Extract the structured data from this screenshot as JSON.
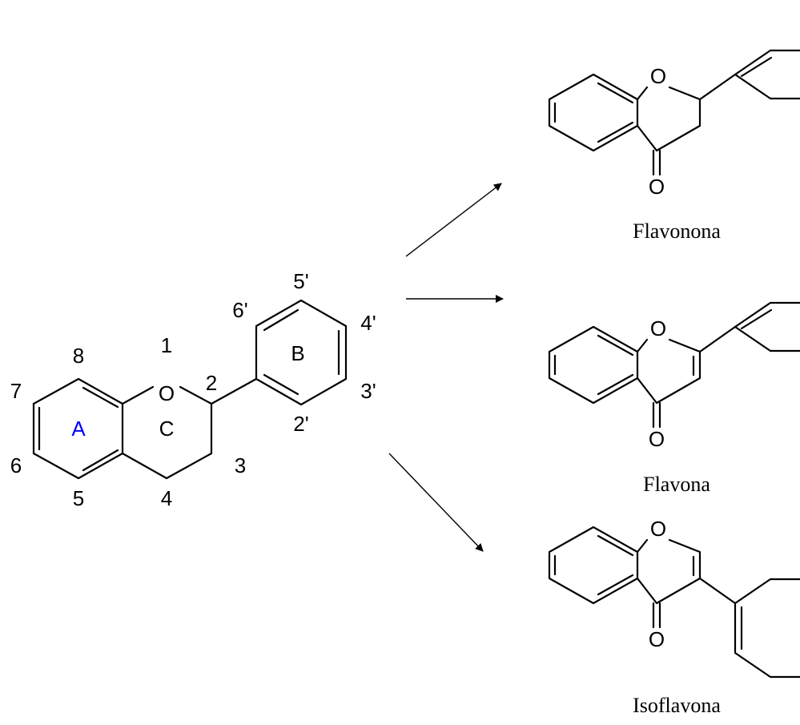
{
  "core": {
    "ring_labels": {
      "a": "A",
      "b": "B",
      "c": "C"
    },
    "atom_labels": {
      "o1": "O",
      "n1": "1",
      "n2": "2",
      "n3": "3",
      "n4": "4",
      "n5": "5",
      "n6": "6",
      "n7": "7",
      "n8": "8",
      "n2p": "2'",
      "n3p": "3'",
      "n4p": "4'",
      "n5p": "5'",
      "n6p": "6'"
    },
    "colors": {
      "ring_a": "#0000ff",
      "default": "#000000"
    }
  },
  "products": [
    {
      "name": "Flavonona",
      "o_ring": "O",
      "o_carbonyl": "O"
    },
    {
      "name": "Flavona",
      "o_ring": "O",
      "o_carbonyl": "O"
    },
    {
      "name": "Isoflavona",
      "o_ring": "O",
      "o_carbonyl": "O"
    }
  ]
}
